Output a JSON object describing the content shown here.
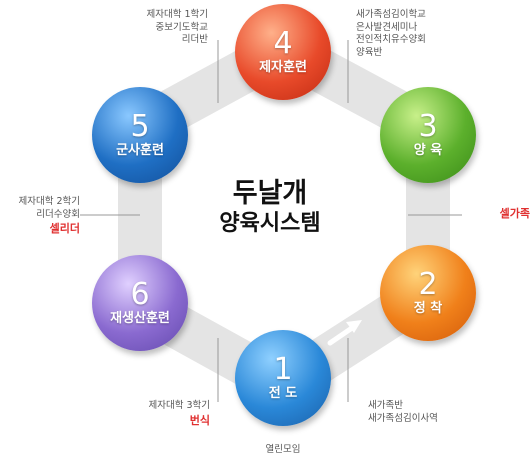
{
  "title": {
    "line1": "두날개",
    "line2": "양육시스템"
  },
  "steps": [
    {
      "num": "1",
      "label": "전 도"
    },
    {
      "num": "2",
      "label": "정 착"
    },
    {
      "num": "3",
      "label": "양 육"
    },
    {
      "num": "4",
      "label": "제자훈련"
    },
    {
      "num": "5",
      "label": "군사훈련"
    },
    {
      "num": "6",
      "label": "재생산훈련"
    }
  ],
  "notes": {
    "step1_below": "열린모임",
    "step1_left": {
      "lines": [
        "제자대학 3학기"
      ],
      "accent": "번식"
    },
    "step2": {
      "lines": [
        "새가족반",
        "새가족섬김이사역"
      ]
    },
    "step3": {
      "lines": [],
      "accent": "셀가족"
    },
    "step4_left": {
      "lines": [
        "제자대학 1학기",
        "중보기도학교",
        "리더반"
      ]
    },
    "step4_right": {
      "lines": [
        "새가족섬김이학교",
        "은사발견세미나",
        "전인적치유수양회",
        "양육반"
      ]
    },
    "step5_left": {
      "lines": [
        "제자대학 2학기",
        "리더수양회"
      ],
      "accent": "셀리더"
    }
  },
  "colors": {
    "step1": "#2a88d8",
    "step2": "#f0801a",
    "step3": "#5cb02c",
    "step4": "#e84a2a",
    "step5": "#1f6fc4",
    "step6": "#8a6ad0",
    "hexagon": "#e4e4e4",
    "accent": "#e03030"
  }
}
